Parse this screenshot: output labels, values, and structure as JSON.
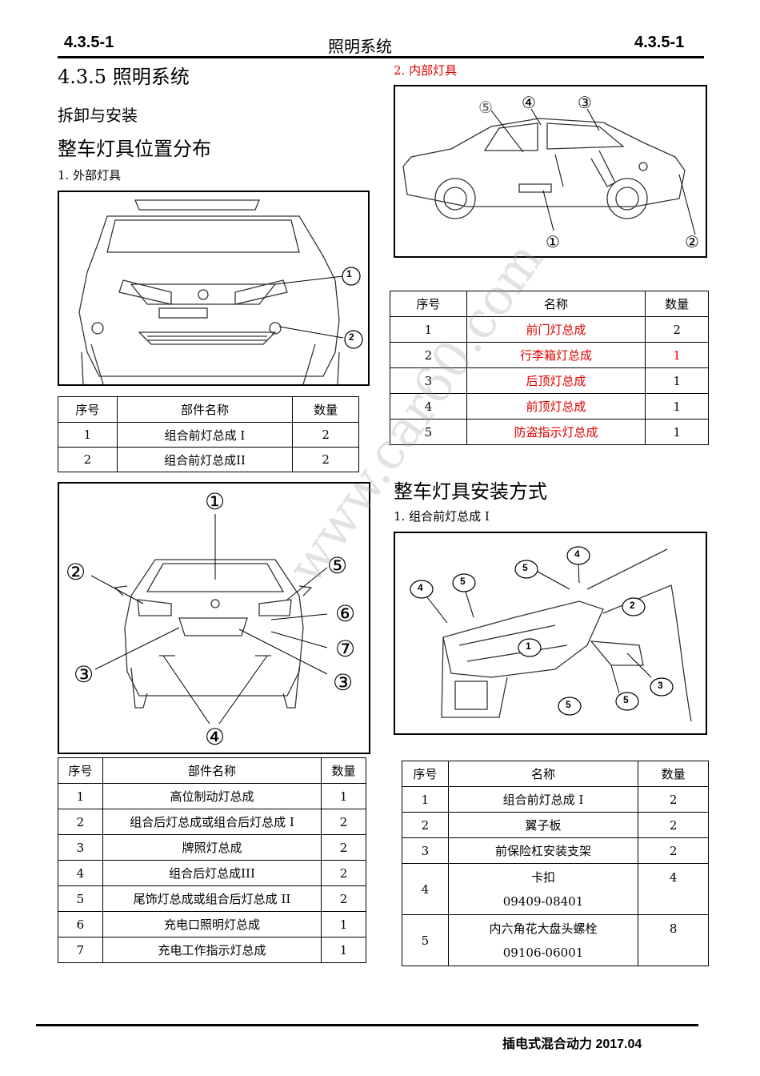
{
  "header": {
    "left": "4.3.5-1",
    "center": "照明系统",
    "right": "4.3.5-1"
  },
  "section_title": "4.3.5  照明系统",
  "subtitle": "拆卸与安装",
  "heading_dist": "整车灯具位置分布",
  "ext_label": "1.   外部灯具",
  "int_label": "2.   内部灯具",
  "heading_install": "整车灯具安装方式",
  "install_label": "1.   组合前灯总成 I",
  "front_table": {
    "headers": [
      "序号",
      "部件名称",
      "数量"
    ],
    "rows": [
      [
        "1",
        "组合前灯总成 I",
        "2"
      ],
      [
        "2",
        "组合前灯总成II",
        "2"
      ]
    ]
  },
  "rear_table": {
    "headers": [
      "序号",
      "部件名称",
      "数量"
    ],
    "rows": [
      [
        "1",
        "高位制动灯总成",
        "1"
      ],
      [
        "2",
        "组合后灯总成或组合后灯总成 I",
        "2"
      ],
      [
        "3",
        "牌照灯总成",
        "2"
      ],
      [
        "4",
        "组合后灯总成III",
        "2"
      ],
      [
        "5",
        "尾饰灯总成或组合后灯总成 II",
        "2"
      ],
      [
        "6",
        "充电口照明灯总成",
        "1"
      ],
      [
        "7",
        "充电工作指示灯总成",
        "1"
      ]
    ]
  },
  "interior_table": {
    "headers": [
      "序号",
      "名称",
      "数量"
    ],
    "rows": [
      [
        "1",
        "前门灯总成",
        "2"
      ],
      [
        "2",
        "行李箱灯总成",
        "1"
      ],
      [
        "3",
        "后顶灯总成",
        "1"
      ],
      [
        "4",
        "前顶灯总成",
        "1"
      ],
      [
        "5",
        "防盗指示灯总成",
        "1"
      ]
    ]
  },
  "install_table": {
    "headers": [
      "序号",
      "名称",
      "数量"
    ],
    "rows": [
      [
        "1",
        "组合前灯总成 I",
        "",
        "2"
      ],
      [
        "2",
        "翼子板",
        "",
        "2"
      ],
      [
        "3",
        "前保险杠安装支架",
        "",
        "2"
      ],
      [
        "4",
        "卡扣",
        "09409-08401",
        "4"
      ],
      [
        "5",
        "内六角花大盘头螺栓",
        "09106-06001",
        "8"
      ]
    ]
  },
  "callouts": {
    "front": [
      "1",
      "2"
    ],
    "rear": [
      "①",
      "②",
      "⑤",
      "⑥",
      "⑦",
      "③",
      "③",
      "④"
    ],
    "interior": [
      "⑤",
      "④",
      "③",
      "①",
      "②"
    ],
    "install": [
      "4",
      "5",
      "5",
      "4",
      "2",
      "1",
      "5",
      "5",
      "3"
    ]
  },
  "watermark": "www.car60.com",
  "footer": {
    "text": "插电式混合动力  2017.04"
  }
}
